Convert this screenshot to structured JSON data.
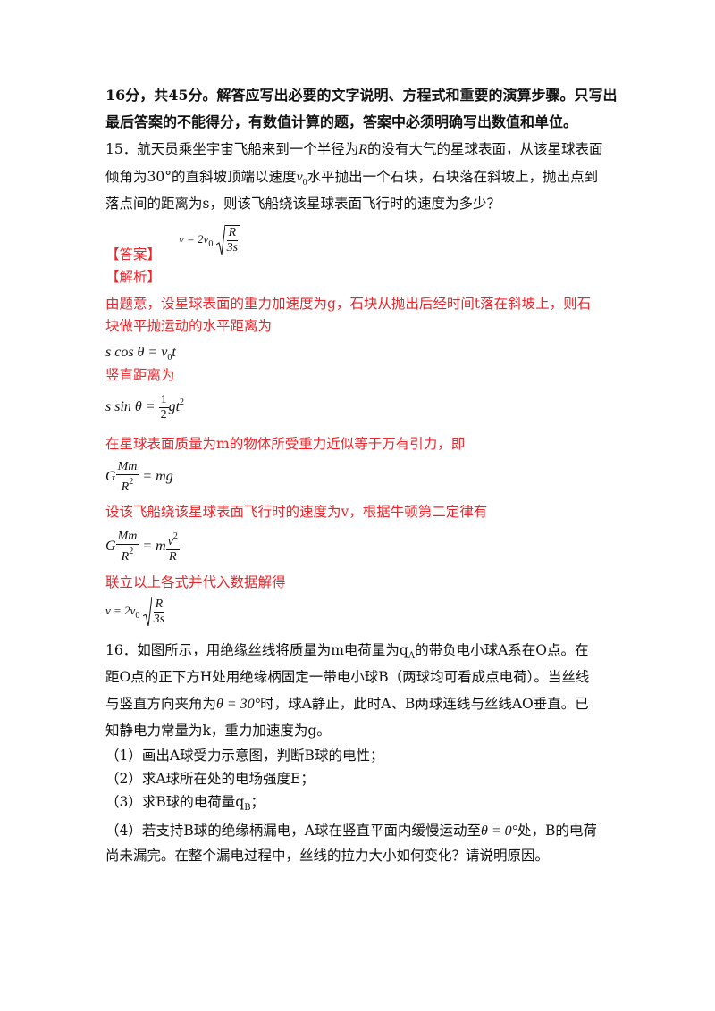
{
  "intro": {
    "line1": "16分，共45分。解答应写出必要的文字说明、方程式和重要的演算步骤。只写出",
    "line2": "最后答案的不能得分，有数值计算的题，答案中必须明确写出数值和单位。"
  },
  "q15": {
    "l1a": "15．航天员乘坐宇宙飞船来到一个半径为",
    "l1R": "R",
    "l1b": "的没有大气的星球表面，从该星球表面",
    "l2a": "倾角为30°的直斜坡顶端以速度",
    "l2v": "v",
    "l2v0": "0",
    "l2b": "水平抛出一个石块，石块落在斜坡上，抛出点到",
    "l3": "落点间的距离为s，则该飞船绕该星球表面飞行时的速度为多少？"
  },
  "labels": {
    "answer": "【答案】",
    "analysis": "【解析】"
  },
  "answer_formula": {
    "lhs": "v = 2v",
    "sub": "0",
    "num": "R",
    "den": "3s"
  },
  "analysis": {
    "p1a": "由题意，设星球表面的重力加速度为g，石块从抛出后经时间t落在斜坡上，则石",
    "p1b": "块做平抛运动的水平距离为",
    "eq1": {
      "lhs": "s cos θ = v",
      "sub": "0",
      "tail": "t"
    },
    "p2": "竖直距离为",
    "eq2": {
      "lhs": "s sin θ = ",
      "num": "1",
      "den": "2",
      "tail": "gt",
      "sup": "2"
    },
    "p3": "在星球表面质量为m的物体所受重力近似等于万有引力，即",
    "eq3": {
      "g": "G",
      "num": "Mm",
      "den": "R",
      "densup": "2",
      "tail": "= mg"
    },
    "p4": "设该飞船绕该星球表面飞行时的速度为v，根据牛顿第二定律有",
    "eq4": {
      "g": "G",
      "num": "Mm",
      "den": "R",
      "densup": "2",
      "mid": "= m",
      "num2": "v",
      "num2sup": "2",
      "den2": "R"
    },
    "p5": "联立以上各式并代入数据解得",
    "eq5": {
      "lhs": "v = 2v",
      "sub": "0",
      "num": "R",
      "den": "3s"
    }
  },
  "q16": {
    "l1a": "16．如图所示，用绝缘丝线将质量为m电荷量为q",
    "l1sub": "A",
    "l1b": "的带负电小球A系在O点。在",
    "l2": "距O点的正下方H处用绝缘柄固定一带电小球B（两球均可看成点电荷）。当丝线",
    "l3a": "与竖直方向夹角为",
    "l3theta": "θ = 30°",
    "l3b": "时，球A静止，此时A、B两球连线与丝线AO垂直。已",
    "l4": "知静电力常量为k，重力加速度为g。",
    "s1": "（1）画出A球受力示意图，判断B球的电性；",
    "s2": "（2）求A球所在处的电场强度E；",
    "s3a": "（3）求B球的电荷量q",
    "s3sub": "B",
    "s3b": "；",
    "s4a": "（4）若支持B球的绝缘柄漏电，A球在竖直平面内缓慢运动至",
    "s4theta": "θ = 0°",
    "s4b": "处，B的电荷",
    "s4c": "尚未漏完。在整个漏电过程中，丝线的拉力大小如何变化？请说明原因。"
  }
}
